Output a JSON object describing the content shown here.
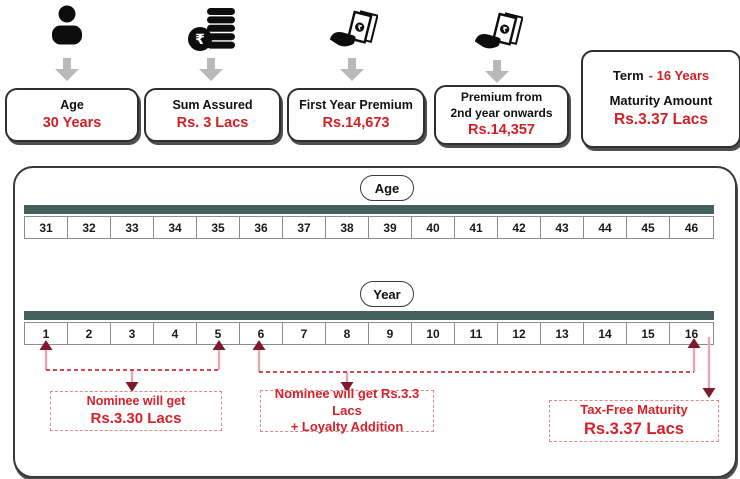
{
  "colors": {
    "accent_red": "#cf2127",
    "annotation_red": "#d6202a",
    "dark_maroon_arrowhead": "#7d1a2e",
    "pink_connector": "#e3aab3",
    "dashed_bracket_red": "#c9303c",
    "teal_bar": "#44605e",
    "gray_arrow": "#b9b9b9",
    "border_dark": "#2e2e2e"
  },
  "icons": {
    "card1": "person-icon",
    "card2": "rupee-coins-icon",
    "card3": "money-in-hand-icon",
    "card4": "money-in-hand-icon",
    "flow_arrow": "down-arrow-icon"
  },
  "cards": {
    "age": {
      "label": "Age",
      "value": "30 Years"
    },
    "sum_assured": {
      "label": "Sum Assured",
      "value": "Rs. 3 Lacs"
    },
    "first_year_premium": {
      "label": "First Year Premium",
      "value": "Rs.14,673"
    },
    "premium_onwards": {
      "label_line1": "Premium from",
      "label_line2": "2nd year onwards",
      "value": "Rs.14,357"
    },
    "term_maturity": {
      "term_label": "Term",
      "term_value": "- 16 Years",
      "maturity_label": "Maturity Amount",
      "maturity_value": "Rs.3.37 Lacs"
    }
  },
  "timeline": {
    "age_label": "Age",
    "ages": [
      "31",
      "32",
      "33",
      "34",
      "35",
      "36",
      "37",
      "38",
      "39",
      "40",
      "41",
      "42",
      "43",
      "44",
      "45",
      "46"
    ],
    "year_label": "Year",
    "years": [
      "1",
      "2",
      "3",
      "4",
      "5",
      "6",
      "7",
      "8",
      "9",
      "10",
      "11",
      "12",
      "13",
      "14",
      "15",
      "16"
    ]
  },
  "annotations": {
    "nominee_early": {
      "line1": "Nominee will get",
      "line2": "Rs.3.30 Lacs"
    },
    "nominee_later": {
      "line1": "Nominee will get Rs.3.3 Lacs",
      "line2": "+ Loyalty Addition"
    },
    "maturity": {
      "line1": "Tax-Free Maturity",
      "line2": "Rs.3.37 Lacs"
    }
  }
}
